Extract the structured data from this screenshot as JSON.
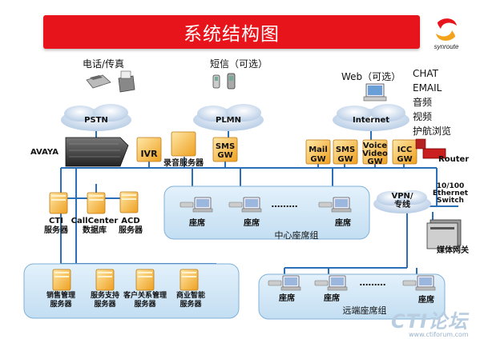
{
  "title": "系统结构图",
  "logo_text": "synroute",
  "colors": {
    "title_bg": "#e8141b",
    "cloud_fill": "#dce8f4",
    "group_fill": "#cfe6f5",
    "server_fill": "#f5b73b",
    "line": "#2a6fb8"
  },
  "top_labels": {
    "phone_fax": "电话/传真",
    "sms_optional": "短信（可选）",
    "web_optional": "Web（可选）",
    "channels": [
      "CHAT",
      "EMAIL",
      "音频",
      "视频",
      "护航浏览"
    ]
  },
  "clouds": {
    "pstn": "PSTN",
    "plmn": "PLMN",
    "internet": "Internet",
    "vpn": "VPN/\n专线"
  },
  "core": {
    "avaya": "AVAYA",
    "ivr": "IVR",
    "recording": "录音服务器",
    "sms_gw": "SMS\nGW",
    "mail_gw": "Mail\nGW",
    "sms_gw2": "SMS\nGW",
    "voice_video_gw": "Voice\nVideo\nGW",
    "icc_gw": "ICC\nGW",
    "router": "Router",
    "ethernet_switch": "10/100\nEthernet\nSwitch",
    "media_gateway": "媒体网关"
  },
  "servers_mid": [
    {
      "label": "CTI\n服务器"
    },
    {
      "label": "CallCenter\n数据库"
    },
    {
      "label": "ACD\n服务器"
    }
  ],
  "center_group": {
    "title": "中心座席组",
    "seats": [
      "座席",
      "座席",
      "座席"
    ],
    "dots": "………"
  },
  "bottom_servers": [
    {
      "label": "销售管理\n服务器"
    },
    {
      "label": "服务支持\n服务器"
    },
    {
      "label": "客户关系管理\n服务器"
    },
    {
      "label": "商业智能\n服务器"
    }
  ],
  "remote_group": {
    "title": "远端座席组",
    "seats": [
      "座席",
      "座席",
      "座席"
    ],
    "dots": "………"
  },
  "watermark": {
    "main": "CTI论坛",
    "url": "www.ctiforum.com"
  }
}
